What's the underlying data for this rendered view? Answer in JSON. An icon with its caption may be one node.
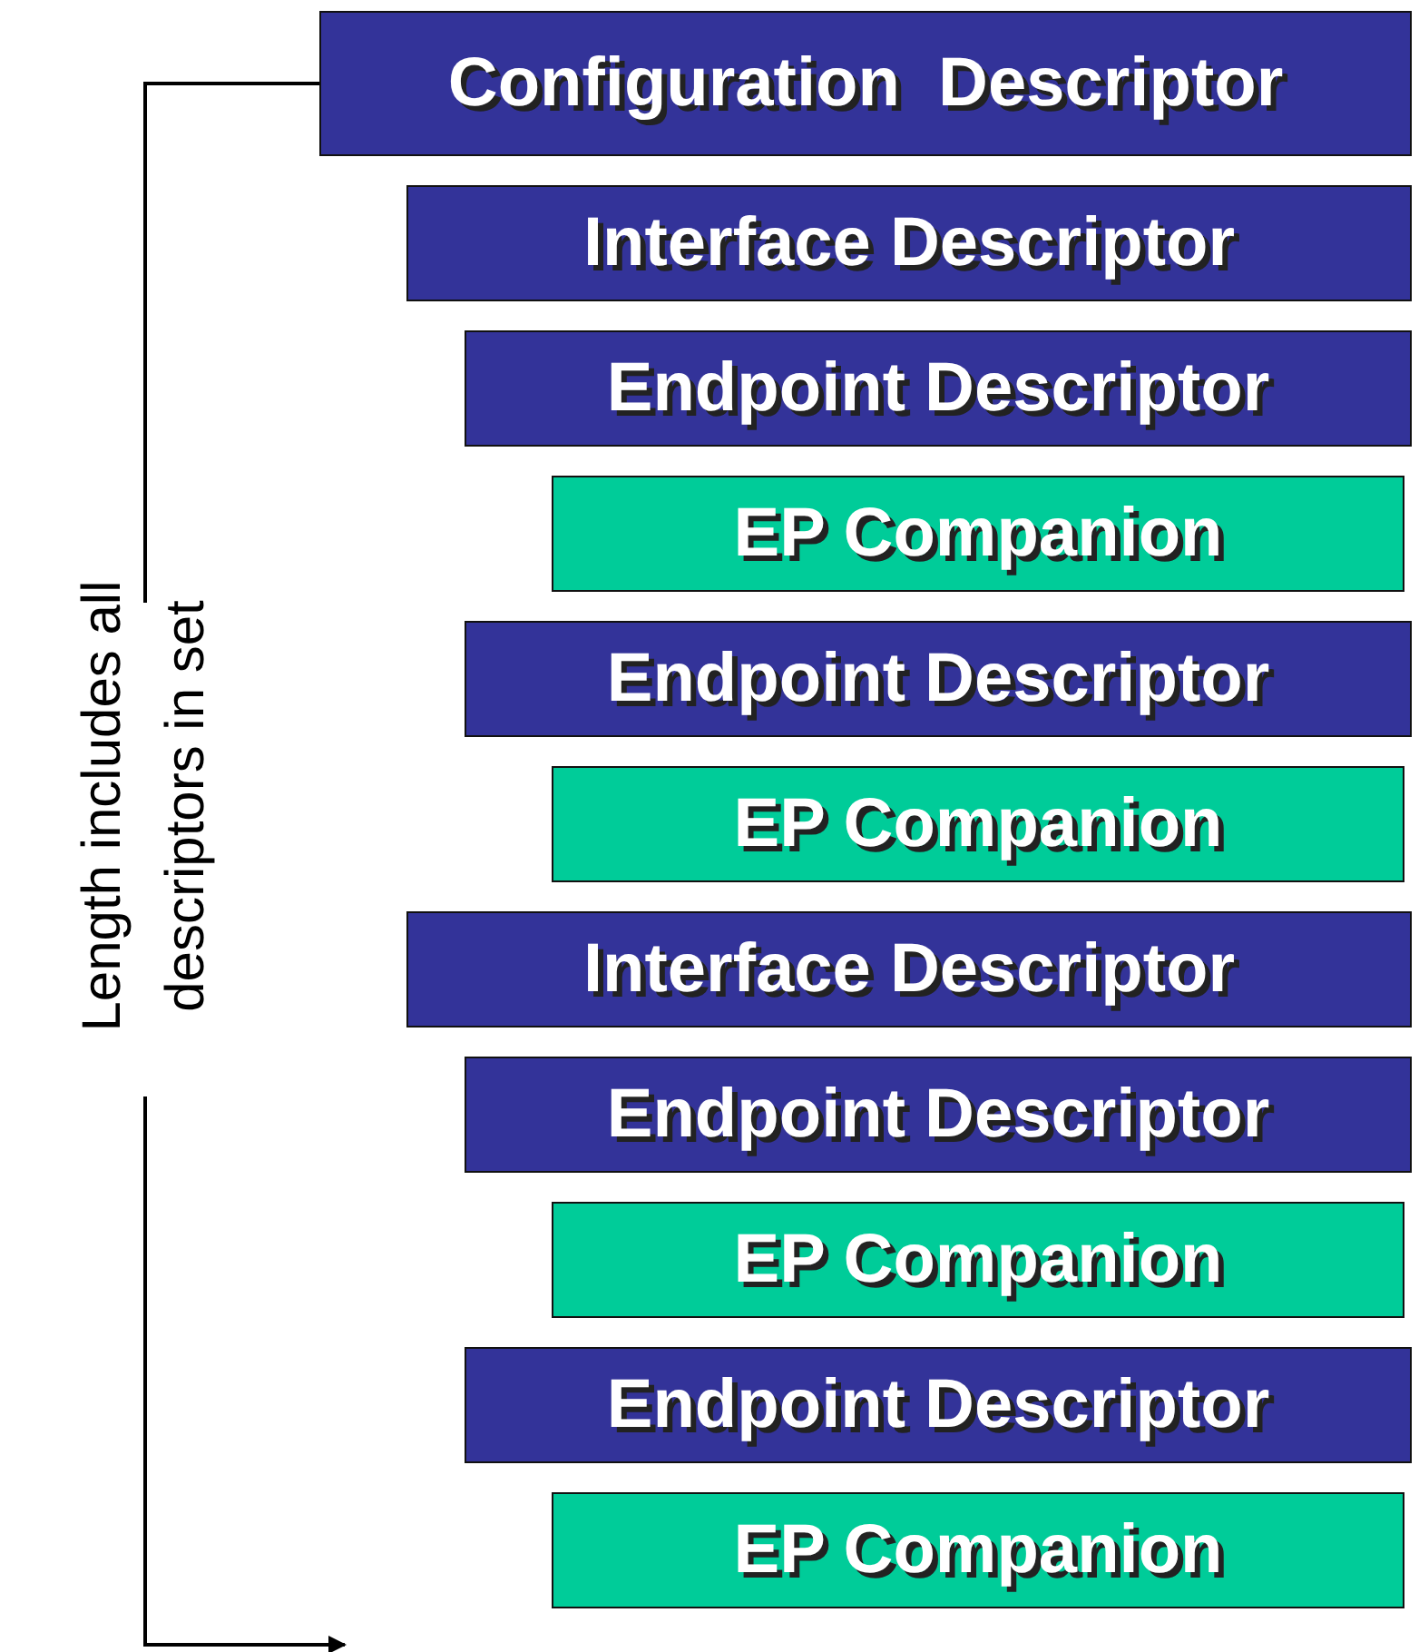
{
  "diagram": {
    "nodes": [
      {
        "text": [
          "Configuration  Descriptor"
        ]
      },
      {
        "text": [
          "Interface Descriptor"
        ]
      },
      {
        "text": [
          "Endpoint Descriptor"
        ]
      },
      {
        "text": [
          "EP Companion"
        ]
      },
      {
        "text": [
          "Endpoint Descriptor"
        ]
      },
      {
        "text": [
          "EP Companion"
        ]
      },
      {
        "text": [
          "Interface Descriptor"
        ]
      },
      {
        "text": [
          "Endpoint Descriptor"
        ]
      },
      {
        "text": [
          "EP Companion"
        ]
      },
      {
        "text": [
          "Endpoint Descriptor"
        ]
      },
      {
        "text": [
          "EP Companion"
        ]
      }
    ],
    "labels": [
      "Length includes all descriptors in set"
    ]
  }
}
